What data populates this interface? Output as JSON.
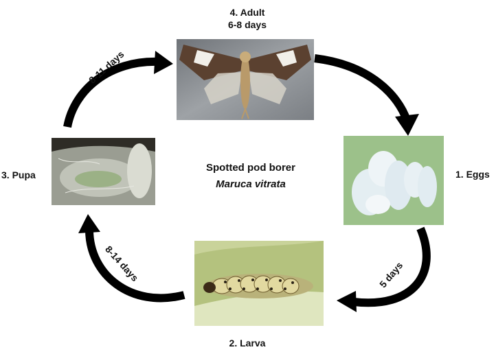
{
  "stages": {
    "adult": {
      "label": "4. Adult",
      "duration": "6-8 days"
    },
    "eggs": {
      "label": "1. Eggs"
    },
    "larva": {
      "label": "2. Larva"
    },
    "pupa": {
      "label": "3. Pupa"
    }
  },
  "center": {
    "title": "Spotted pod borer",
    "species": "Maruca vitrata"
  },
  "transitions": {
    "adult_to_eggs": "",
    "eggs_to_larva": "5 days",
    "larva_to_pupa": "8-14 days",
    "pupa_to_adult": "8-11 days"
  },
  "colors": {
    "arrow": "#000000",
    "text": "#111111"
  }
}
